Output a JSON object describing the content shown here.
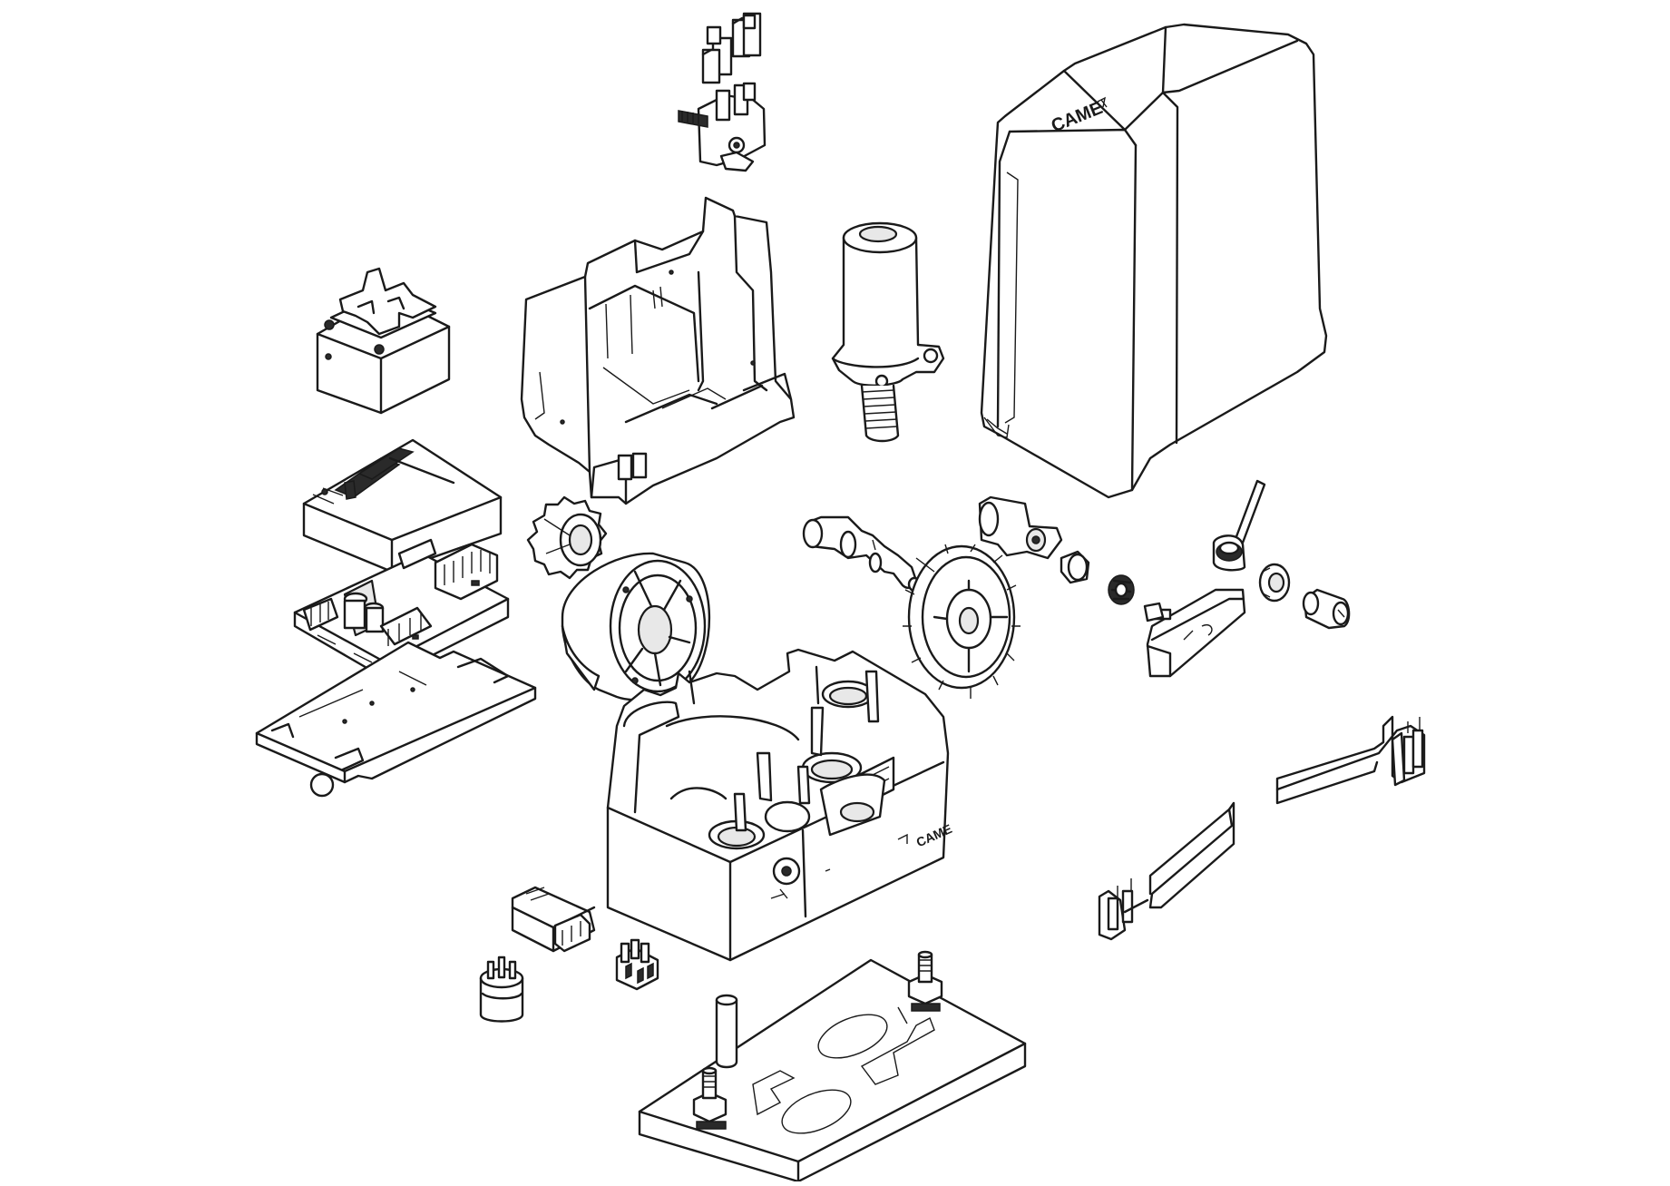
{
  "diagram": {
    "brand_logo_text": "CAME",
    "parts": [
      "terminal-blocks",
      "capacitor-bracket",
      "mounting-frame",
      "electric-motor",
      "cover-housing",
      "transformer",
      "control-board-cover",
      "control-board",
      "board-support-plate",
      "drive-pinion",
      "bearing-flange",
      "worm-shaft",
      "output-gear",
      "release-cam",
      "spring",
      "release-lever",
      "release-knob",
      "lock-cylinder",
      "gearbox-housing",
      "limit-switch-bracket-right",
      "limit-switch-bracket-left",
      "receiver-module",
      "capacitor",
      "connector-block",
      "anchoring-base-plate"
    ]
  }
}
